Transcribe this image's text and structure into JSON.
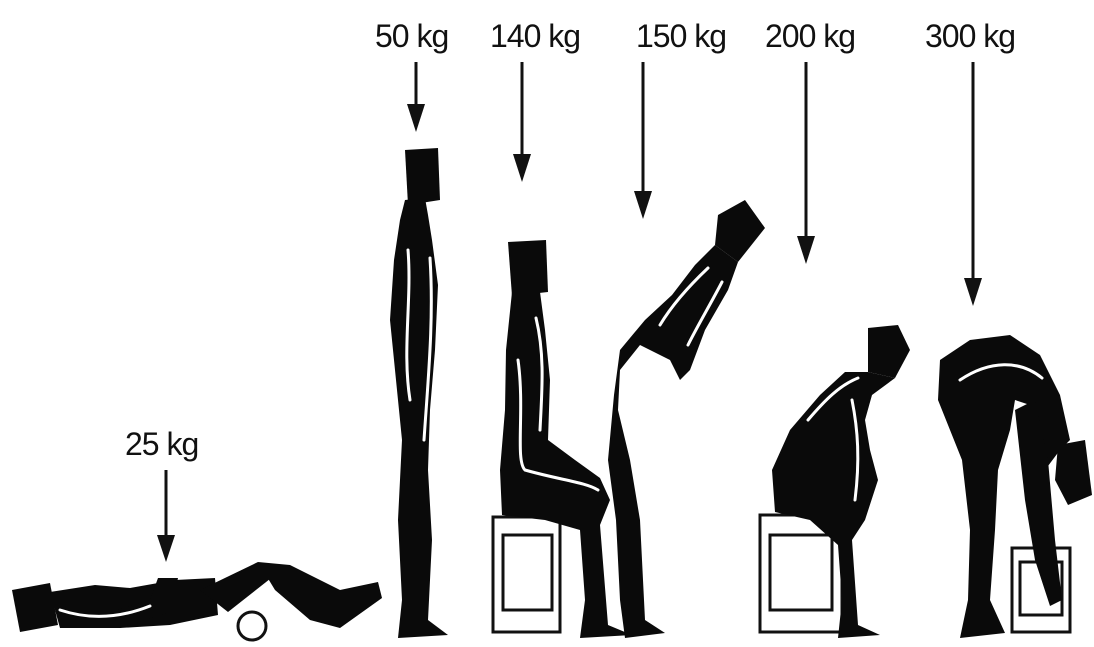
{
  "loads": [
    {
      "posture": "lying",
      "label": "25 kg"
    },
    {
      "posture": "standing",
      "label": "50 kg"
    },
    {
      "posture": "sitting-upright",
      "label": "140 kg"
    },
    {
      "posture": "standing-bent-forward",
      "label": "150 kg"
    },
    {
      "posture": "sitting-bent-forward",
      "label": "200 kg"
    },
    {
      "posture": "lifting-bent-forward",
      "label": "300 kg"
    }
  ],
  "colors": {
    "figure": "#0a0a0a",
    "background": "#ffffff",
    "highlight": "#ffffff"
  }
}
